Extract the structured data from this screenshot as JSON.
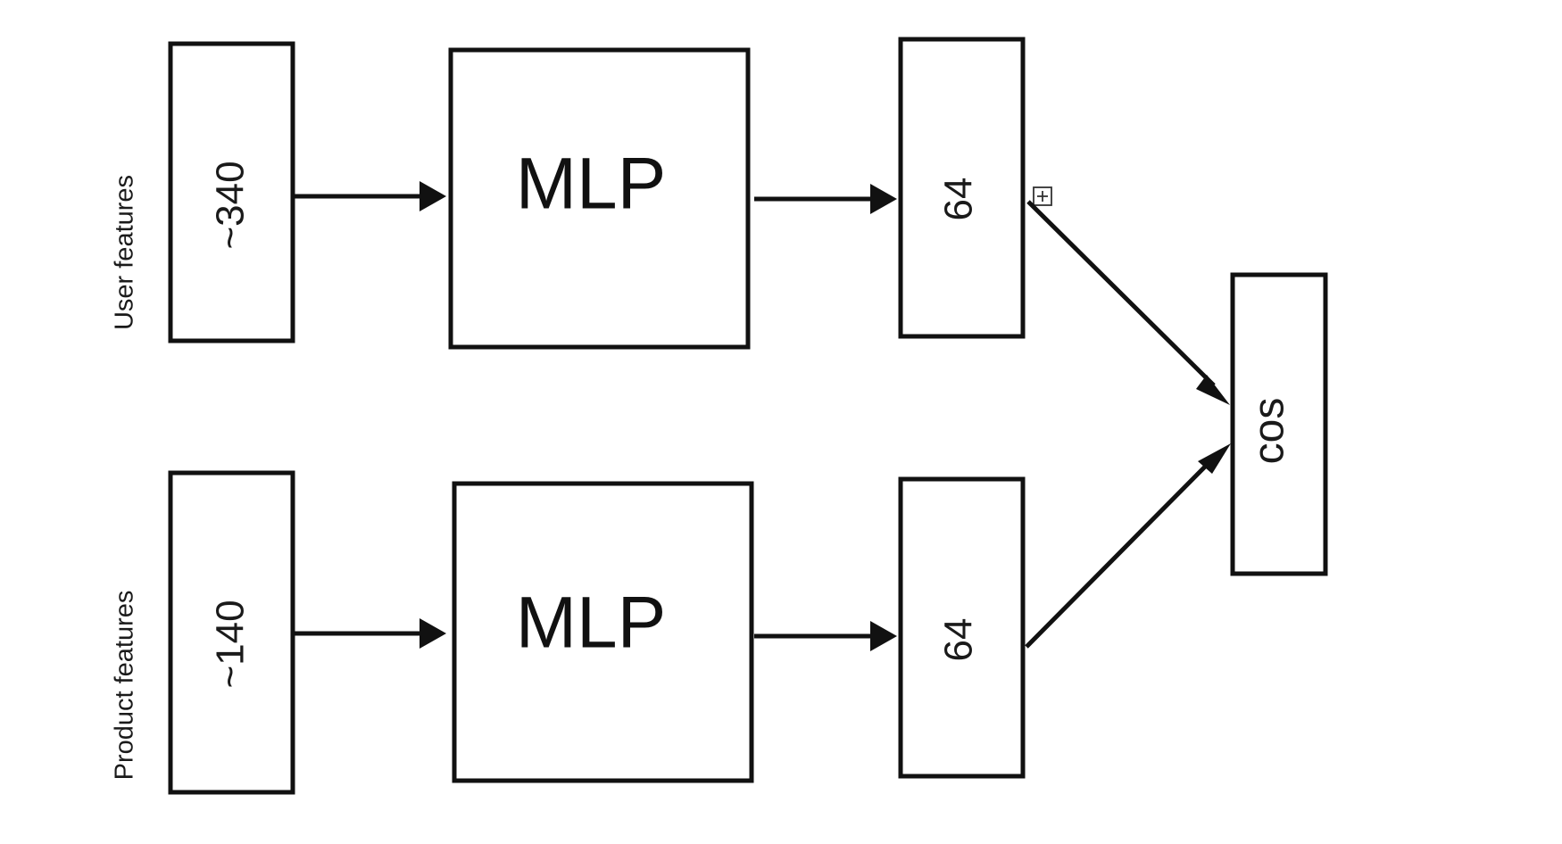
{
  "diagram": {
    "top": {
      "side_label": "User features",
      "input_dim": "~340",
      "mlp": "MLP",
      "embedding_dim": "64"
    },
    "bottom": {
      "side_label": "Product features",
      "input_dim": "~140",
      "mlp": "MLP",
      "embedding_dim": "64"
    },
    "output": {
      "label": "cos"
    },
    "colors": {
      "stroke": "#111111",
      "background": "#ffffff"
    }
  }
}
